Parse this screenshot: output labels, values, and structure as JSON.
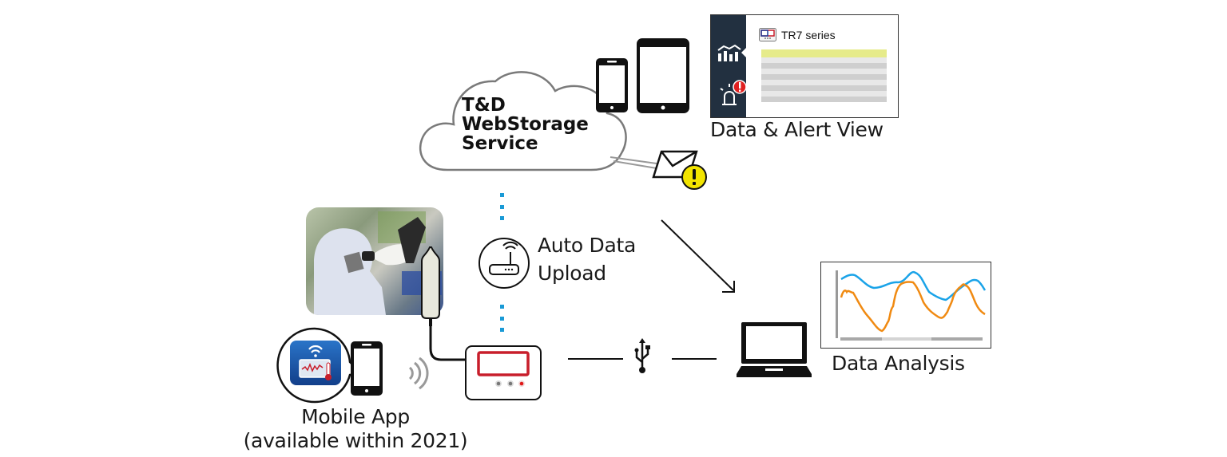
{
  "cloud": {
    "line1": "T&D",
    "line2": "WebStorage",
    "line3": "Service"
  },
  "data_alert_view": {
    "label": "Data & Alert View",
    "panel_title": "TR7 series",
    "highlight_color": "#e6eb8a",
    "sidebar_color": "#223040"
  },
  "auto_upload": {
    "line1": "Auto Data",
    "line2": "Upload"
  },
  "data_analysis": {
    "label": "Data Analysis",
    "series_colors": [
      "#1aa3e8",
      "#f08a12"
    ]
  },
  "mobile_app": {
    "line1": "Mobile App",
    "line2": "(available within 2021)"
  },
  "colors": {
    "dotted_link": "#1a9ad6",
    "logger_display": "#c81e2b",
    "alert_badge": "#e02020",
    "warning_yellow": "#f2e400",
    "app_icon_blue": "#1e5fb0"
  }
}
